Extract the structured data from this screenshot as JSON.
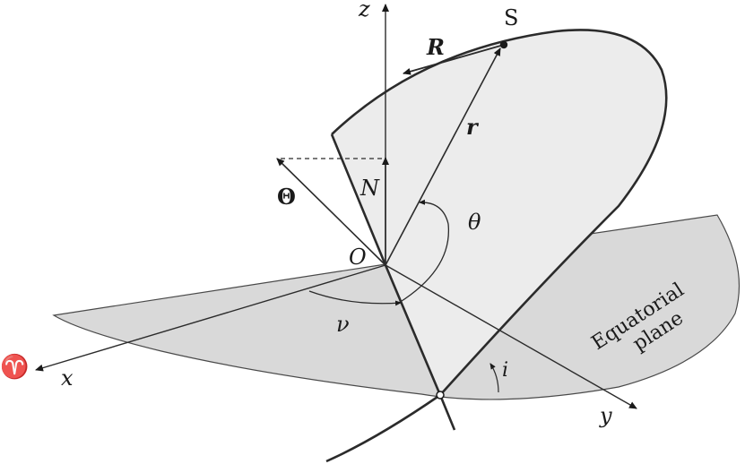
{
  "labels": {
    "z_axis": "z",
    "x_axis": "x",
    "y_axis": "y",
    "origin": "O",
    "point_s": "S",
    "vec_R": "R",
    "vec_r": "r",
    "vec_N": "N",
    "vec_Theta": "Θ",
    "angle_theta": "θ",
    "angle_nu": "ν",
    "angle_i": "i",
    "vernal_equinox": "♈",
    "plane_line1": "Equatorial",
    "plane_line2": "plane"
  },
  "colors": {
    "equatorial_plane": "#d9d9d9",
    "orbit_plane": "#ebebeb",
    "lines": "#2b2b2b"
  }
}
